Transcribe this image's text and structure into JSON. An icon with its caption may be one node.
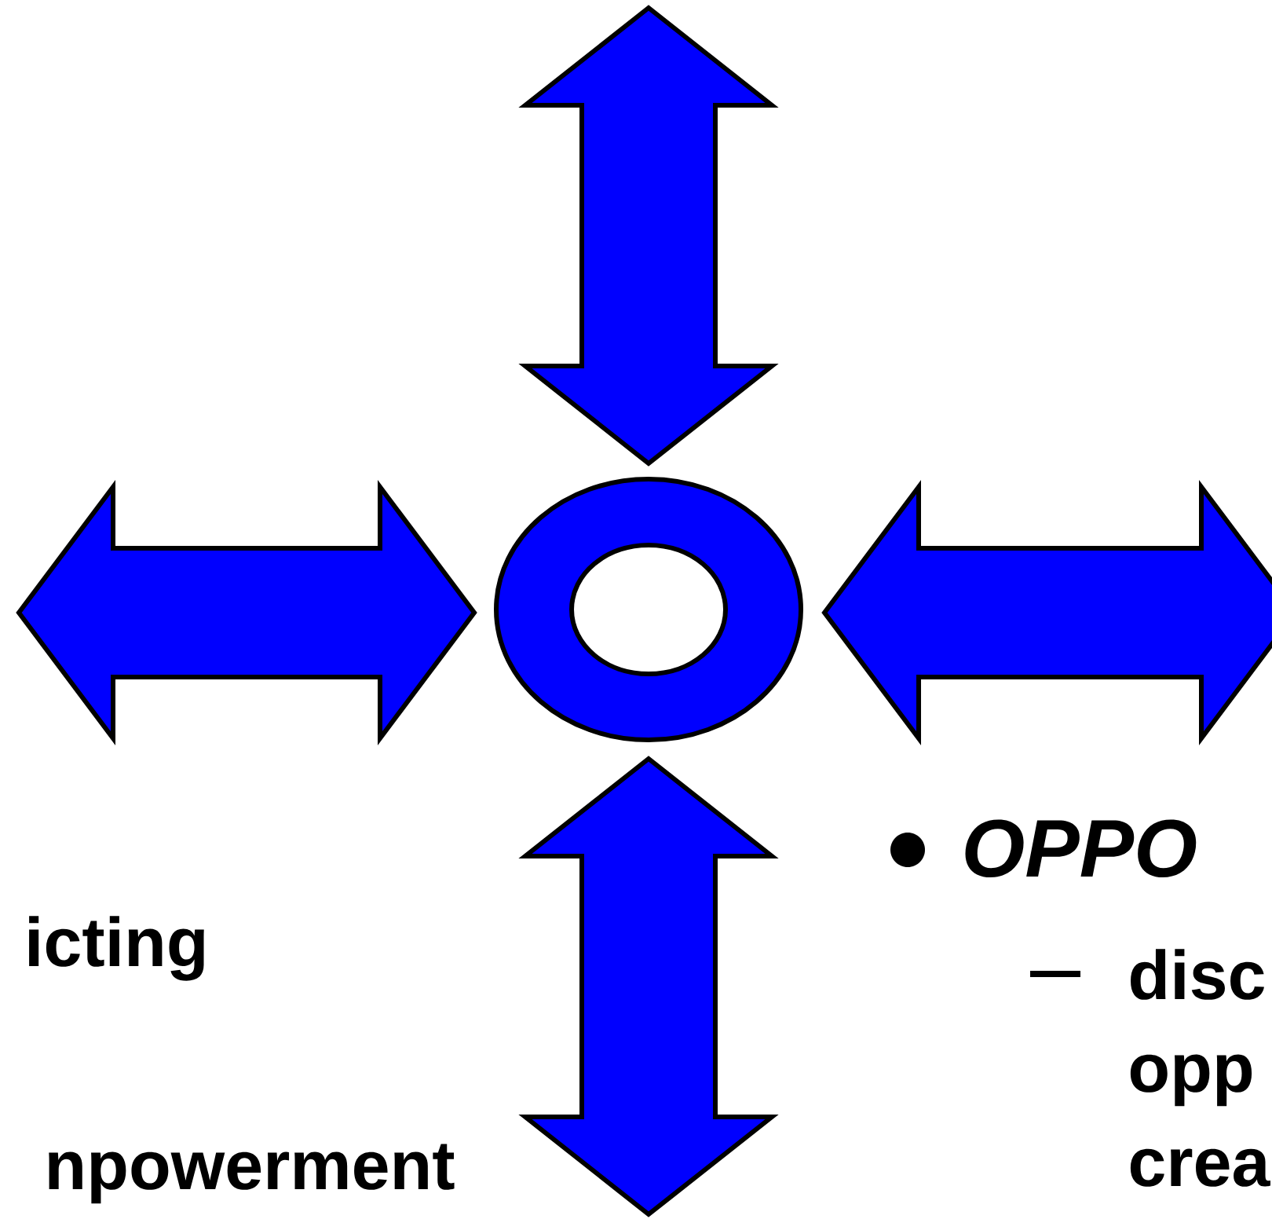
{
  "diagram": {
    "nodes": [
      {
        "text": [],
        "shape": "circle"
      }
    ],
    "labels": [
      "icting",
      "npowerment",
      "OPPO",
      "disc",
      "opp",
      "crea"
    ]
  }
}
